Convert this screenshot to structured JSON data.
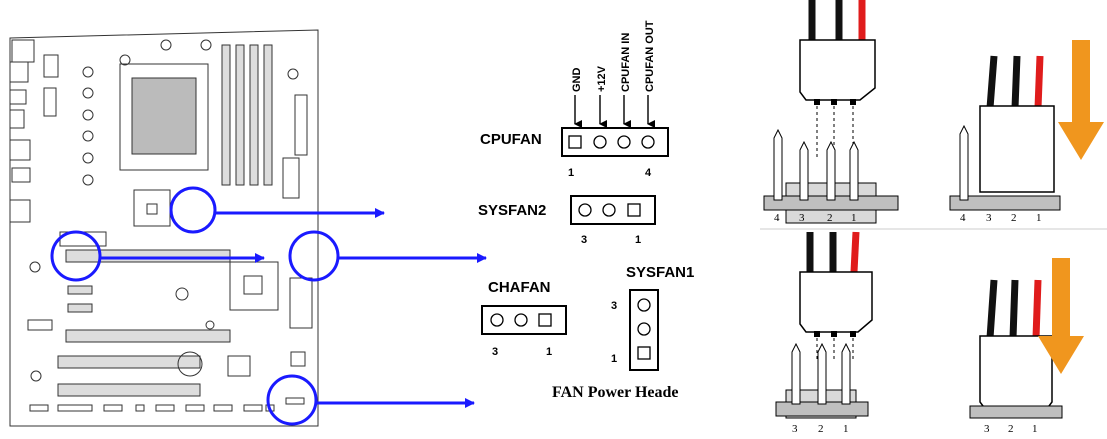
{
  "cpufan": {
    "title": "CPUFAN",
    "signals": [
      "GND",
      "+12V",
      "CPUFAN IN",
      "CPUFAN OUT"
    ],
    "pin_first": "1",
    "pin_last": "4"
  },
  "sysfan2": {
    "title": "SYSFAN2",
    "pin_first": "3",
    "pin_last": "1"
  },
  "chafan": {
    "title": "CHAFAN",
    "pin_first": "3",
    "pin_last": "1"
  },
  "sysfan1": {
    "title": "SYSFAN1",
    "pin_top": "3",
    "pin_bottom": "1"
  },
  "caption": "FAN Power Heade",
  "connector4": {
    "pins": [
      "4",
      "3",
      "2",
      "1"
    ]
  },
  "connector3": {
    "pins": [
      "3",
      "2",
      "1"
    ]
  },
  "colors": {
    "callout": "#1a1aff",
    "arrow_down": "#f0961e",
    "wire_black": "#111111",
    "wire_red": "#e01c1c",
    "header_fill": "#d9d9d9"
  }
}
